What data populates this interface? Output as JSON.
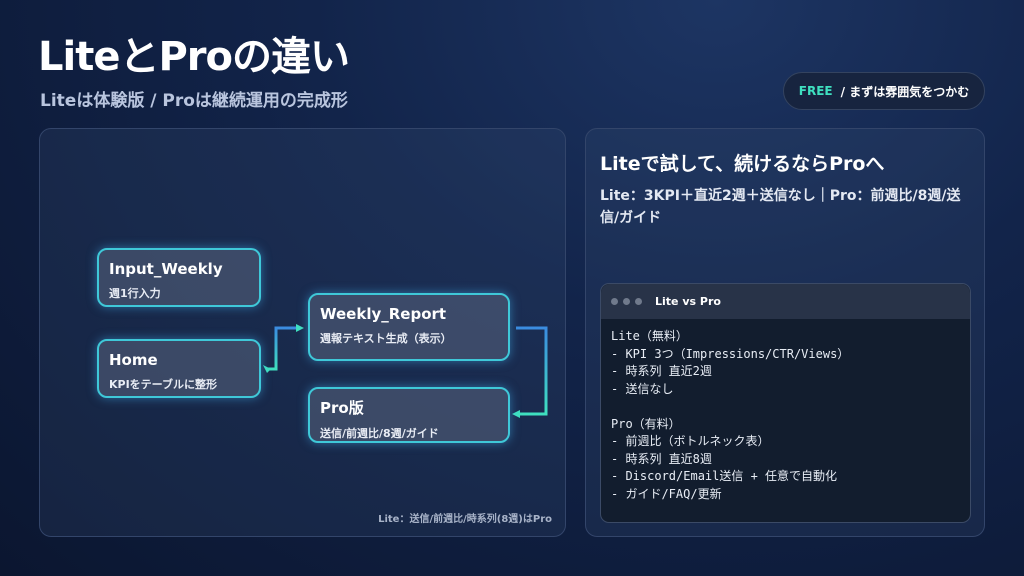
{
  "header": {
    "title": "LiteとProの違い",
    "subtitle": "Liteは体験版 / Proは継続運用の完成形"
  },
  "badge": {
    "free": "FREE",
    "text": "/ まずは雰囲気をつかむ"
  },
  "flow": {
    "nodes": [
      {
        "title": "Input_Weekly",
        "sub": "週1行入力"
      },
      {
        "title": "Home",
        "sub": "KPIをテーブルに整形"
      },
      {
        "title": "Weekly_Report",
        "sub": "週報テキスト生成（表示）"
      },
      {
        "title": "Pro版",
        "sub": "送信/前週比/8週/ガイド"
      }
    ],
    "footnote": "Lite：送信/前週比/時系列(8週)はPro",
    "accent": "#3fc8d8"
  },
  "right": {
    "heading": "Liteで試して、続けるならProへ",
    "summary": "Lite：3KPI＋直近2週＋送信なし｜Pro：前週比/8週/送信/ガイド",
    "window": {
      "title": "Lite vs Pro",
      "lines": [
        "Lite（無料）",
        "- KPI 3つ（Impressions/CTR/Views）",
        "- 時系列 直近2週",
        "- 送信なし",
        "",
        "Pro（有料）",
        "- 前週比（ボトルネック表）",
        "- 時系列 直近8週",
        "- Discord/Email送信 + 任意で自動化",
        "- ガイド/FAQ/更新"
      ]
    }
  }
}
